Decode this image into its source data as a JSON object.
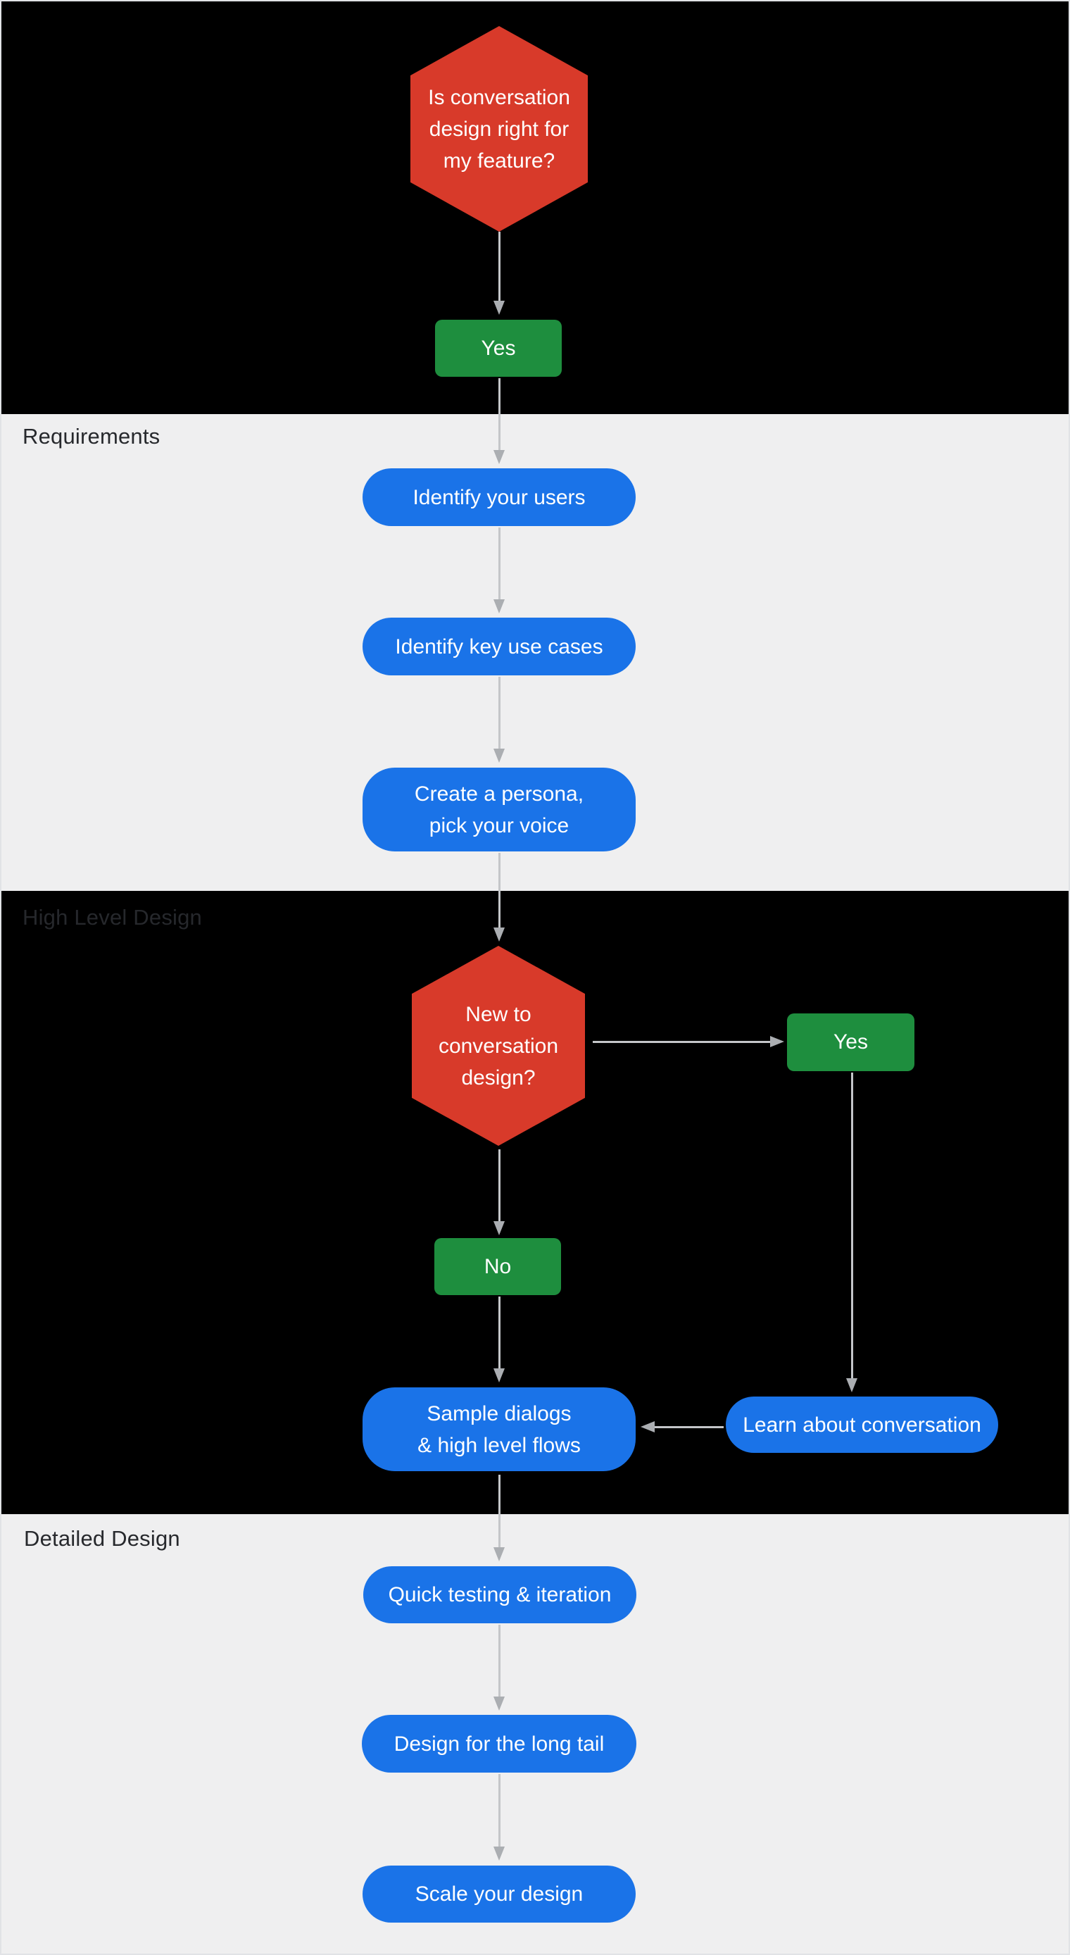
{
  "diagram": {
    "type": "flowchart",
    "topic": "Conversation design process"
  },
  "colors": {
    "decision_red": "#d83a2a",
    "process_blue": "#1a73e8",
    "choice_green": "#1e8e3e",
    "section_dark_bg": "#000000",
    "section_light_bg": "#efeff0",
    "arrow_gray": "#c4c6c9",
    "label_dark": "#27292d"
  },
  "sections": [
    {
      "label": "",
      "theme": "dark"
    },
    {
      "label": "Requirements",
      "theme": "light"
    },
    {
      "label": "High Level Design",
      "theme": "dark"
    },
    {
      "label": "Detailed Design",
      "theme": "light"
    }
  ],
  "nodes": {
    "decision_feature": {
      "text": "Is conversation\ndesign right for\nmy feature?",
      "shape": "hexagon"
    },
    "yes_1": {
      "text": "Yes",
      "shape": "rect"
    },
    "identify_users": {
      "text": "Identify your users",
      "shape": "pill"
    },
    "identify_use_cases": {
      "text": "Identify key use cases",
      "shape": "pill"
    },
    "create_persona": {
      "text": "Create a persona,\npick your voice",
      "shape": "pill"
    },
    "decision_new": {
      "text": "New to\nconversation\ndesign?",
      "shape": "hexagon"
    },
    "yes_2": {
      "text": "Yes",
      "shape": "rect"
    },
    "no_1": {
      "text": "No",
      "shape": "rect"
    },
    "sample_dialogs": {
      "text": "Sample dialogs\n& high level flows",
      "shape": "pill"
    },
    "learn_conversation": {
      "text": "Learn about conversation",
      "shape": "pill"
    },
    "quick_testing": {
      "text": "Quick testing & iteration",
      "shape": "pill"
    },
    "long_tail": {
      "text": "Design for the long tail",
      "shape": "pill"
    },
    "scale_design": {
      "text": "Scale your design",
      "shape": "pill"
    }
  }
}
